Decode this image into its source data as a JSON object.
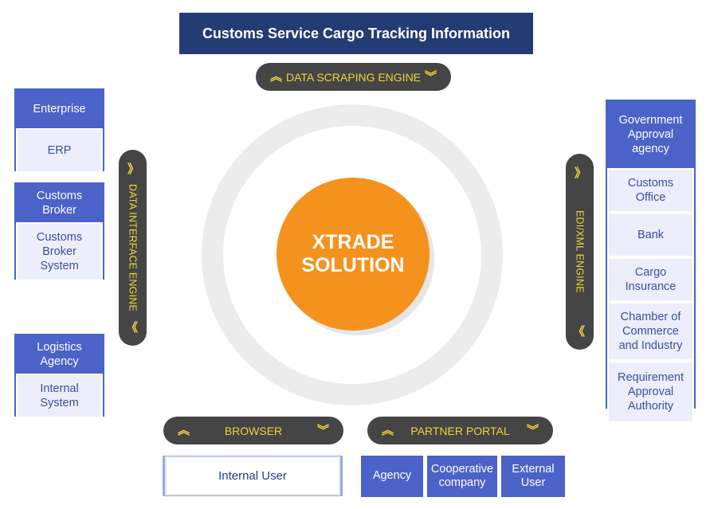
{
  "header": {
    "title": "Customs Service Cargo Tracking Information"
  },
  "engines": {
    "top": "DATA SCRAPING ENGINE",
    "left": "DATA INTERFACE ENGINE",
    "right": "EDI/XML ENGINE",
    "bottom_left": "BROWSER",
    "bottom_right": "PARTNER PORTAL"
  },
  "core": {
    "line1": "XTRADE",
    "line2": "SOLUTION"
  },
  "left_groups": [
    {
      "title": "Enterprise",
      "item": "ERP"
    },
    {
      "title": "Customs Broker",
      "item": "Customs Broker System"
    },
    {
      "title": "Logistics Agency",
      "item": "Internal System"
    }
  ],
  "right_group": {
    "title": "Government Approval agency",
    "items": [
      "Customs Office",
      "Bank",
      "Cargo Insurance",
      "Chamber of Commerce and Industry",
      "Requirement Approval Authority"
    ]
  },
  "bottom": {
    "internal_user": "Internal User",
    "partners": [
      "Agency",
      "Cooperative company",
      "External User"
    ]
  },
  "icons": {
    "up": "double-chevron-up-icon",
    "down": "double-chevron-down-icon",
    "right": "double-chevron-right-icon",
    "left": "double-chevron-left-icon"
  },
  "colors": {
    "navy": "#233c73",
    "blue": "#4b62c8",
    "orange": "#f5921e",
    "pill": "#454545",
    "pill_text": "#f0d43a",
    "ring": "#ececec"
  }
}
